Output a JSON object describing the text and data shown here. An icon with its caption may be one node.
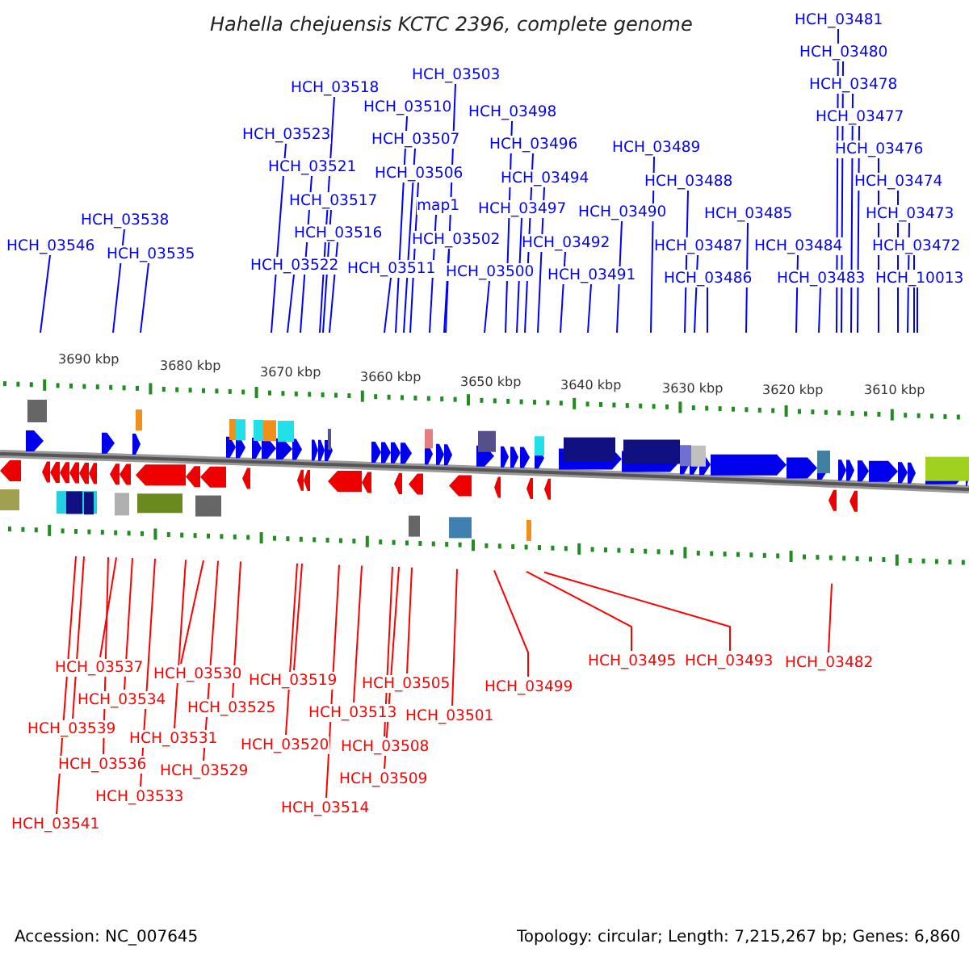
{
  "diagram": {
    "title": "Hahella chejuensis KCTC 2396, complete genome",
    "nodes": [
      {
        "text": [
          "HCH_03546"
        ]
      },
      {
        "text": [
          "HCH_03538"
        ]
      },
      {
        "text": [
          "HCH_03535"
        ]
      },
      {
        "text": [
          "HCH_03523"
        ]
      },
      {
        "text": [
          "HCH_03518"
        ]
      },
      {
        "text": [
          "HCH_03521"
        ]
      },
      {
        "text": [
          "HCH_03517"
        ]
      },
      {
        "text": [
          "HCH_03516"
        ]
      },
      {
        "text": [
          "HCH_03522"
        ]
      },
      {
        "text": [
          "HCH_03510"
        ]
      },
      {
        "text": [
          "HCH_03507"
        ]
      },
      {
        "text": [
          "HCH_03506"
        ]
      },
      {
        "text": [
          "HCH_03503"
        ]
      },
      {
        "text": [
          "map1"
        ]
      },
      {
        "text": [
          "HCH_03511"
        ]
      },
      {
        "text": [
          "HCH_03502"
        ]
      },
      {
        "text": [
          "HCH_03500"
        ]
      },
      {
        "text": [
          "HCH_03498"
        ]
      },
      {
        "text": [
          "HCH_03496"
        ]
      },
      {
        "text": [
          "HCH_03494"
        ]
      },
      {
        "text": [
          "HCH_03497"
        ]
      },
      {
        "text": [
          "HCH_03492"
        ]
      },
      {
        "text": [
          "HCH_03491"
        ]
      },
      {
        "text": [
          "HCH_03490"
        ]
      },
      {
        "text": [
          "HCH_03489"
        ]
      },
      {
        "text": [
          "HCH_03488"
        ]
      },
      {
        "text": [
          "HCH_03487"
        ]
      },
      {
        "text": [
          "HCH_03486"
        ]
      },
      {
        "text": [
          "HCH_03485"
        ]
      },
      {
        "text": [
          "HCH_03484"
        ]
      },
      {
        "text": [
          "HCH_03483"
        ]
      },
      {
        "text": [
          "HCH_03481"
        ]
      },
      {
        "text": [
          "HCH_03480"
        ]
      },
      {
        "text": [
          "HCH_03478"
        ]
      },
      {
        "text": [
          "HCH_03477"
        ]
      },
      {
        "text": [
          "HCH_03476"
        ]
      },
      {
        "text": [
          "HCH_03474"
        ]
      },
      {
        "text": [
          "HCH_03473"
        ]
      },
      {
        "text": [
          "HCH_03472"
        ]
      },
      {
        "text": [
          "HCH_10013"
        ]
      },
      {
        "text": [
          "HCH_03537"
        ]
      },
      {
        "text": [
          "HCH_03534"
        ]
      },
      {
        "text": [
          "HCH_03539"
        ]
      },
      {
        "text": [
          "HCH_03530"
        ]
      },
      {
        "text": [
          "HCH_03525"
        ]
      },
      {
        "text": [
          "HCH_03531"
        ]
      },
      {
        "text": [
          "HCH_03536"
        ]
      },
      {
        "text": [
          "HCH_03529"
        ]
      },
      {
        "text": [
          "HCH_03533"
        ]
      },
      {
        "text": [
          "HCH_03541"
        ]
      },
      {
        "text": [
          "HCH_03519"
        ]
      },
      {
        "text": [
          "HCH_03520"
        ]
      },
      {
        "text": [
          "HCH_03514"
        ]
      },
      {
        "text": [
          "HCH_03513"
        ]
      },
      {
        "text": [
          "HCH_03508"
        ]
      },
      {
        "text": [
          "HCH_03509"
        ]
      },
      {
        "text": [
          "HCH_03505"
        ]
      },
      {
        "text": [
          "HCH_03501"
        ]
      },
      {
        "text": [
          "HCH_03499"
        ]
      },
      {
        "text": [
          "HCH_03495"
        ]
      },
      {
        "text": [
          "HCH_03493"
        ]
      },
      {
        "text": [
          "HCH_03482"
        ]
      }
    ],
    "edges": [
      {
        "from": 0,
        "to": null,
        "arrow": "none"
      },
      {
        "from": 1,
        "to": null,
        "arrow": "none"
      },
      {
        "from": 2,
        "to": null,
        "arrow": "none"
      },
      {
        "from": 3,
        "to": null,
        "arrow": "none"
      },
      {
        "from": 4,
        "to": null,
        "arrow": "none"
      },
      {
        "from": 5,
        "to": null,
        "arrow": "none"
      },
      {
        "from": 6,
        "to": null,
        "arrow": "none"
      },
      {
        "from": 7,
        "to": null,
        "arrow": "none"
      },
      {
        "from": 8,
        "to": null,
        "arrow": "none"
      },
      {
        "from": 9,
        "to": null,
        "arrow": "none"
      },
      {
        "from": 10,
        "to": null,
        "arrow": "none"
      },
      {
        "from": 11,
        "to": null,
        "arrow": "none"
      },
      {
        "from": 12,
        "to": null,
        "arrow": "none"
      },
      {
        "from": 13,
        "to": null,
        "arrow": "none"
      },
      {
        "from": 14,
        "to": null,
        "arrow": "none"
      },
      {
        "from": 15,
        "to": null,
        "arrow": "none"
      },
      {
        "from": 16,
        "to": null,
        "arrow": "none"
      },
      {
        "from": 17,
        "to": null,
        "arrow": "none"
      },
      {
        "from": 18,
        "to": null,
        "arrow": "none"
      },
      {
        "from": 19,
        "to": null,
        "arrow": "none"
      },
      {
        "from": 20,
        "to": null,
        "arrow": "none"
      },
      {
        "from": 21,
        "to": null,
        "arrow": "none"
      },
      {
        "from": 22,
        "to": null,
        "arrow": "none"
      },
      {
        "from": 23,
        "to": null,
        "arrow": "none"
      },
      {
        "from": 24,
        "to": null,
        "arrow": "none"
      },
      {
        "from": 25,
        "to": null,
        "arrow": "none"
      },
      {
        "from": 26,
        "to": null,
        "arrow": "none"
      },
      {
        "from": 27,
        "to": null,
        "arrow": "none"
      },
      {
        "from": 28,
        "to": null,
        "arrow": "none"
      },
      {
        "from": 29,
        "to": null,
        "arrow": "none"
      },
      {
        "from": 30,
        "to": null,
        "arrow": "none"
      },
      {
        "from": 31,
        "to": null,
        "arrow": "none"
      },
      {
        "from": 32,
        "to": null,
        "arrow": "none"
      },
      {
        "from": 33,
        "to": null,
        "arrow": "none"
      },
      {
        "from": 34,
        "to": null,
        "arrow": "none"
      },
      {
        "from": 35,
        "to": null,
        "arrow": "none"
      },
      {
        "from": 36,
        "to": null,
        "arrow": "none"
      },
      {
        "from": 37,
        "to": null,
        "arrow": "none"
      },
      {
        "from": 38,
        "to": null,
        "arrow": "none"
      },
      {
        "from": 39,
        "to": null,
        "arrow": "none"
      },
      {
        "from": 40,
        "to": null,
        "arrow": "none",
        "color": "#ff0000"
      },
      {
        "from": 41,
        "to": null,
        "arrow": "none",
        "color": "#ff0000"
      },
      {
        "from": 42,
        "to": null,
        "arrow": "none",
        "color": "#ff0000"
      },
      {
        "from": 43,
        "to": null,
        "arrow": "none",
        "color": "#ff0000"
      },
      {
        "from": 44,
        "to": null,
        "arrow": "none",
        "color": "#ff0000"
      },
      {
        "from": 45,
        "to": null,
        "arrow": "none",
        "color": "#ff0000"
      },
      {
        "from": 46,
        "to": null,
        "arrow": "none",
        "color": "#ff0000"
      },
      {
        "from": 47,
        "to": null,
        "arrow": "none",
        "color": "#ff0000"
      },
      {
        "from": 48,
        "to": null,
        "arrow": "none",
        "color": "#ff0000"
      },
      {
        "from": 49,
        "to": null,
        "arrow": "none",
        "color": "#ff0000"
      },
      {
        "from": 50,
        "to": null,
        "arrow": "none",
        "color": "#ff0000"
      },
      {
        "from": 51,
        "to": null,
        "arrow": "none",
        "color": "#ff0000"
      },
      {
        "from": 52,
        "to": null,
        "arrow": "none",
        "color": "#ff0000"
      },
      {
        "from": 53,
        "to": null,
        "arrow": "none",
        "color": "#ff0000"
      },
      {
        "from": 54,
        "to": null,
        "arrow": "none",
        "color": "#ff0000"
      },
      {
        "from": 55,
        "to": null,
        "arrow": "none",
        "color": "#ff0000"
      },
      {
        "from": 56,
        "to": null,
        "arrow": "none",
        "color": "#ff0000"
      },
      {
        "from": 57,
        "to": null,
        "arrow": "none",
        "color": "#ff0000"
      },
      {
        "from": 58,
        "to": null,
        "arrow": "none",
        "color": "#ff0000"
      },
      {
        "from": 59,
        "to": null,
        "arrow": "none",
        "color": "#ff0000"
      },
      {
        "from": 60,
        "to": null,
        "arrow": "none",
        "color": "#ff0000"
      },
      {
        "from": 61,
        "to": null,
        "arrow": "none",
        "color": "#ff0000"
      }
    ],
    "labels": [
      "3690 kbp",
      "3680 kbp",
      "3670 kbp",
      "3660 kbp",
      "3650 kbp",
      "3640 kbp",
      "3630 kbp",
      "3620 kbp",
      "3610 kbp",
      "Accession: NC_007645",
      "Topology: circular; Length: 7,215,267 bp; Genes: 6,860"
    ]
  }
}
